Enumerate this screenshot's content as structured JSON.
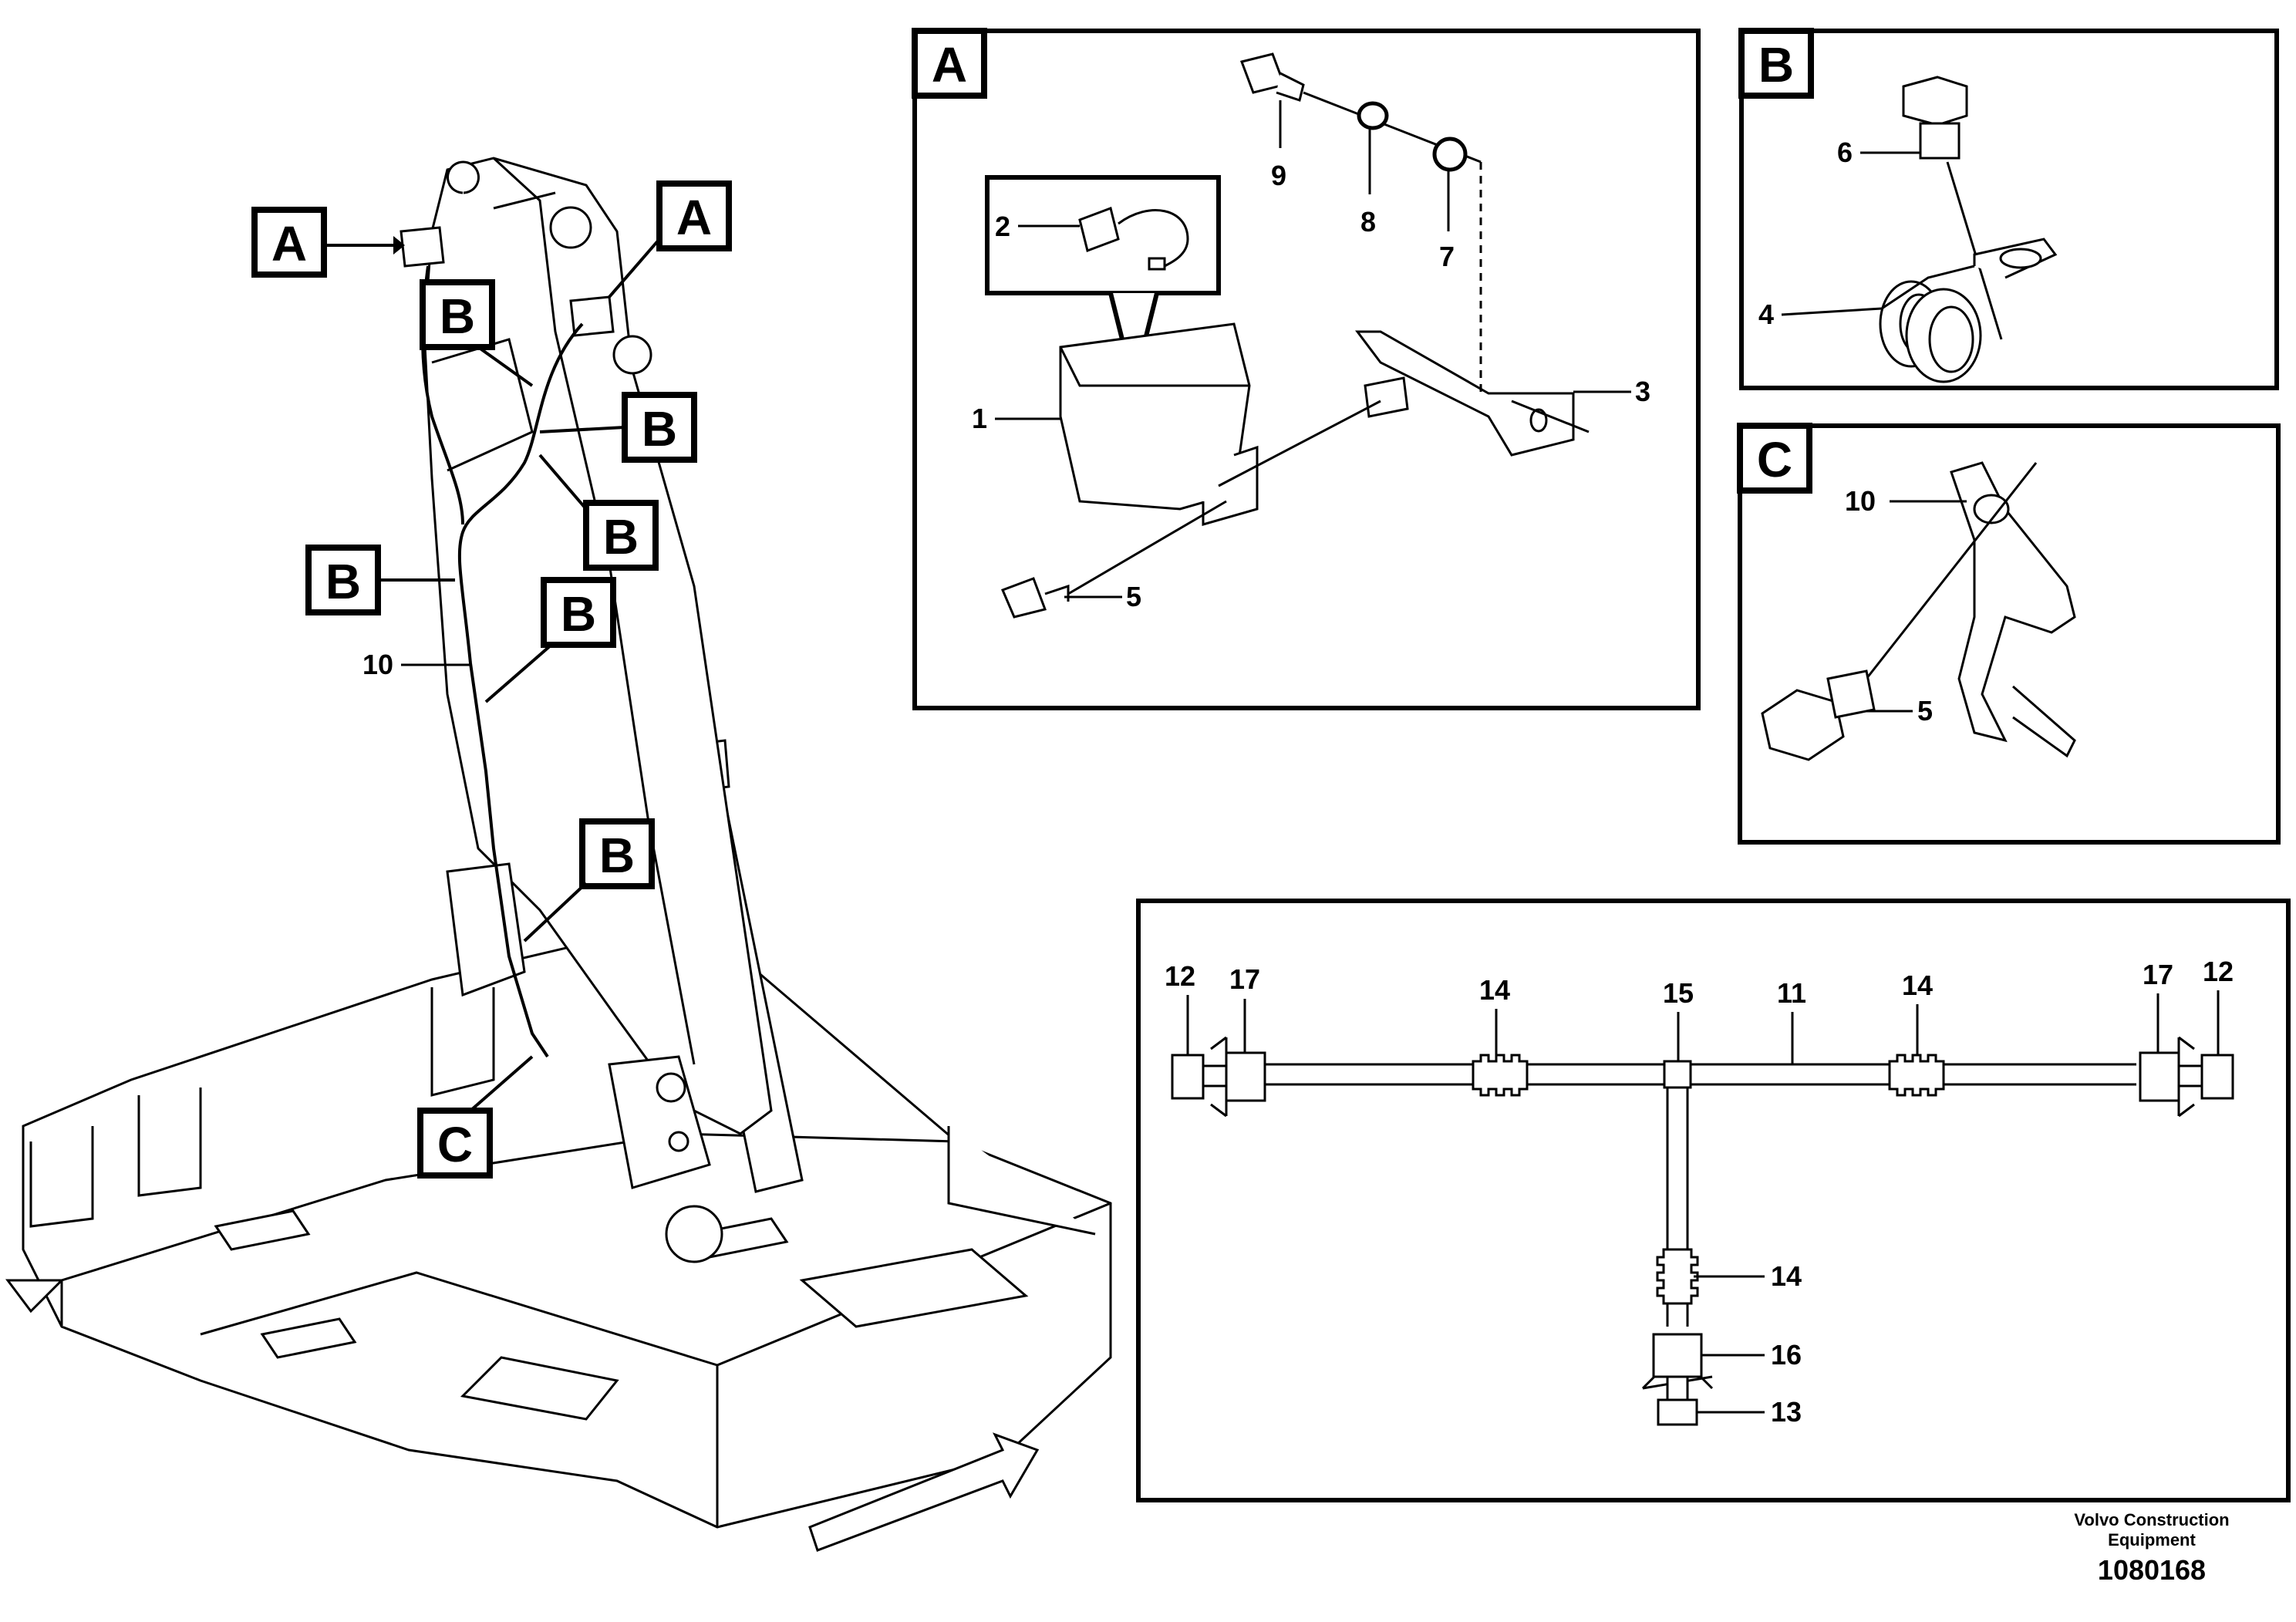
{
  "panels": {
    "A": {
      "letter": "A"
    },
    "B": {
      "letter": "B"
    },
    "C": {
      "letter": "C"
    }
  },
  "callout_letters": {
    "a": "A",
    "b": "B",
    "c": "C"
  },
  "part_numbers": {
    "p1": "1",
    "p2": "2",
    "p3": "3",
    "p4": "4",
    "p5": "5",
    "p6": "6",
    "p7": "7",
    "p8": "8",
    "p9": "9",
    "p10": "10",
    "p11": "11",
    "p12": "12",
    "p13": "13",
    "p14": "14",
    "p15": "15",
    "p16": "16",
    "p17": "17"
  },
  "footer": {
    "company": "Volvo Construction",
    "company2": "Equipment",
    "drawing_number": "1080168"
  }
}
